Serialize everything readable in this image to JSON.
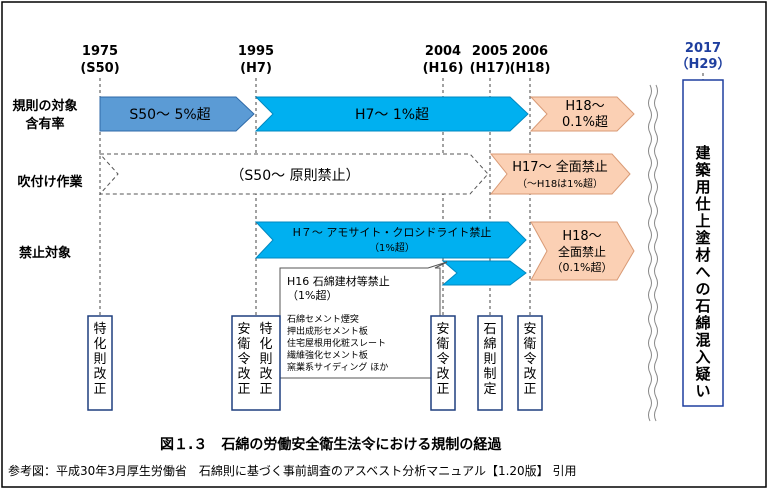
{
  "timeline": {
    "years": [
      {
        "year": "1975",
        "era": "(S50)"
      },
      {
        "year": "1995",
        "era": "(H7)"
      },
      {
        "year": "2004",
        "era": "(H16)"
      },
      {
        "year": "2005",
        "era": "(H17)"
      },
      {
        "year": "2006",
        "era": "(H18)"
      },
      {
        "year": "2017",
        "era": "（H29）"
      }
    ]
  },
  "rows": {
    "content_rate": {
      "label_line1": "規則の対象",
      "label_line2": "含有率"
    },
    "spraying": {
      "label": "吹付け作業"
    },
    "prohibited": {
      "label": "禁止対象"
    }
  },
  "arrows": {
    "s50_5pct": "S50～ 5%超",
    "h7_1pct": "H7～ 1%超",
    "h18_line1": "H18～",
    "h18_line2": "0.1%超",
    "spray_s50": "（S50～ 原則禁止）",
    "spray_h17_line1": "H17～ 全面禁止",
    "spray_h17_line2": "（～H18は1%超）",
    "ban_h7_line1": "H７～ アモサイト・クロシドライト禁止",
    "ban_h7_line2": "（1%超）",
    "ban_h18_line1": "H18～",
    "ban_h18_line2": "全面禁止",
    "ban_h18_line3": "（0.1%超）"
  },
  "callout": {
    "title": "H16  石綿建材等禁止",
    "subtitle": "（1%超）",
    "items": [
      "石綿セメント煙突",
      "押出成形セメント板",
      "住宅屋根用化粧スレート",
      "繊維強化セメント板",
      "窯業系サイディング  ほか"
    ]
  },
  "boxes": {
    "tokka": "特化則改正",
    "anei_1995": "安衛令改正",
    "tokka_1995": "特化則改正",
    "anei_2004": "安衛令改正",
    "sekimen": "石綿則制定",
    "anei_2006": "安衛令改正",
    "kenchiku": "建築用仕上塗材への石綿混入疑い"
  },
  "caption": "図１.３　石綿の労働安全衛生法令における規制の経過",
  "footer": "参考図：平成30年3月厚生労働省　石綿則に基づく事前調査のアスベスト分析マニュアル【1.20版】 引用",
  "colors": {
    "blue_arrow": "#5b9bd5",
    "cyan_arrow": "#00b0f0",
    "peach_arrow": "#fbd0b4",
    "box_border": "#1f3f7f",
    "accent_2017": "#1f3f9f"
  }
}
